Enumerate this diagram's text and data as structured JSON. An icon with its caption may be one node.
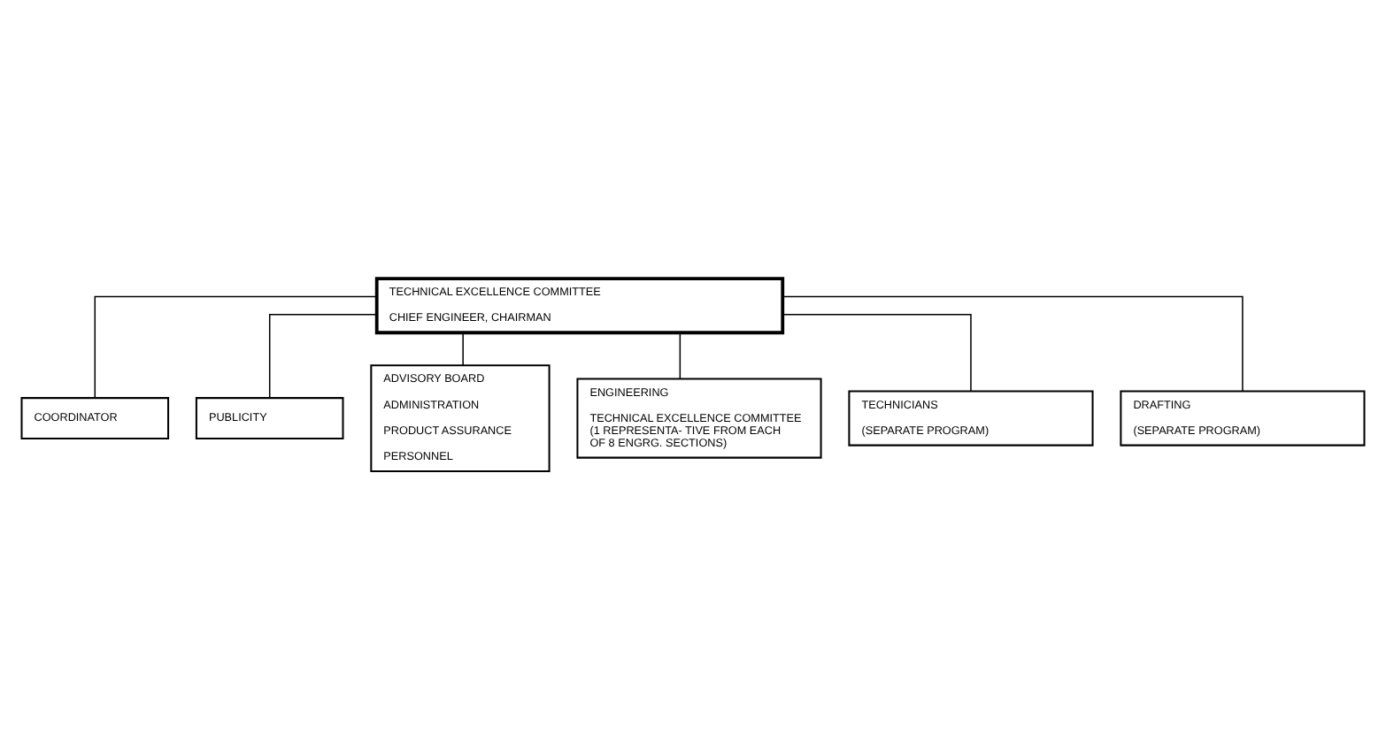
{
  "diagram": {
    "nodes": [
      {
        "text": [
          "TECHNICAL EXCELLENCE COMMITTEE",
          "CHIEF ENGINEER, CHAIRMAN"
        ]
      },
      {
        "text": [
          "COORDINATOR"
        ]
      },
      {
        "text": [
          "PUBLICITY"
        ]
      },
      {
        "text": [
          "ADVISORY BOARD",
          "ADMINISTRATION",
          "PRODUCT ASSURANCE",
          "PERSONNEL"
        ]
      },
      {
        "text": [
          "ENGINEERING",
          "TECHNICAL EXCELLENCE COMMITTEE (1 REPRESENTA- TIVE FROM EACH OF 8 ENGRG. SECTIONS)"
        ]
      },
      {
        "text": [
          "TECHNICIANS",
          "(SEPARATE PROGRAM)"
        ]
      },
      {
        "text": [
          "DRAFTING",
          "(SEPARATE PROGRAM)"
        ]
      }
    ],
    "edges": [
      {
        "from": 0,
        "to": 1,
        "arrow": "none"
      },
      {
        "from": 0,
        "to": 2,
        "arrow": "none"
      },
      {
        "from": 0,
        "to": 3,
        "arrow": "none"
      },
      {
        "from": 0,
        "to": 4,
        "arrow": "none"
      },
      {
        "from": 0,
        "to": 5,
        "arrow": "none"
      },
      {
        "from": 0,
        "to": 6,
        "arrow": "none"
      }
    ]
  }
}
